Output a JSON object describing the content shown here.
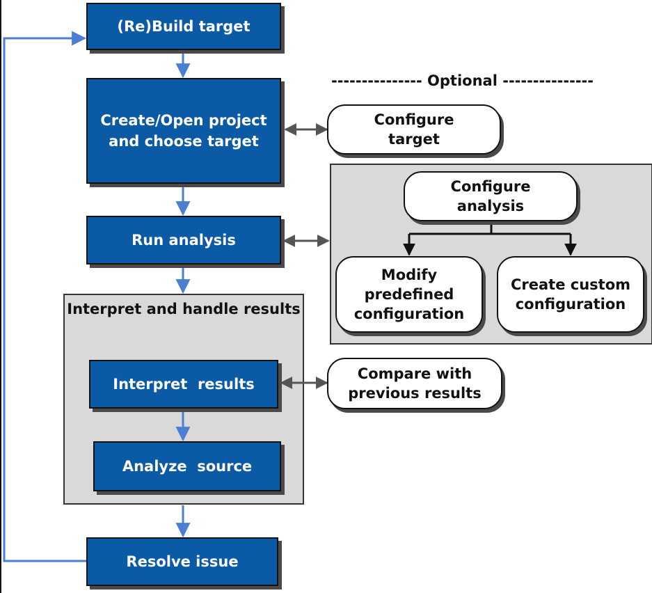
{
  "optional_label": "--------------- Optional ---------------",
  "nodes": {
    "rebuild": "(Re)Build target",
    "create_open": "Create/Open project and choose target",
    "run_analysis": "Run analysis",
    "interpret_results": "Interpret  results",
    "analyze_source": "Analyze  source",
    "resolve_issue": "Resolve issue",
    "configure_target": "Configure target",
    "configure_analysis": "Configure analysis",
    "modify_predefined": "Modify predefined configuration",
    "create_custom": "Create custom configuration",
    "compare_previous": "Compare  with previous  results"
  },
  "groups": {
    "interpret_handle": "Interpret and handle results"
  },
  "colors": {
    "box_blue": "#0a5aa6",
    "arrow_blue": "#4a7fd4",
    "group_gray": "#d9d9d9",
    "double_arrow": "#555555"
  }
}
